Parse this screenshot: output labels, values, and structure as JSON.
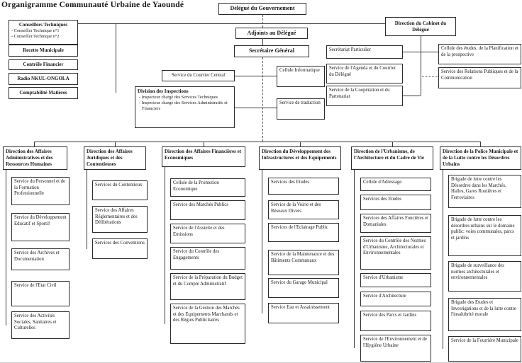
{
  "page_title": "Organigramme Communauté Urbaine de Yaoundé",
  "top": {
    "delegue": "Délégué du Gouvernement",
    "adjoints": "Adjoints au Délégué",
    "secretaire_general": "Secrétaire Général"
  },
  "left_units": {
    "conseillers_title": "Conseillers Techniques",
    "conseillers_items": [
      "- Conseiller Technique n°1",
      "- Conseiller Technique n°2"
    ],
    "recette": "Recette Municipale",
    "controle": "Contrôle Financier",
    "radio": "Radio NKUL-ONGOLA",
    "comptabilite": "Comptabilité Matières"
  },
  "middle_units": {
    "courrier_central": "Service du Courrier Central",
    "cellule_informatique": "Cellule Informatique",
    "division_inspections_title": "Division des Inspections",
    "division_inspections_items": [
      "- Inspecteur chargé des Services Techniques",
      "- Inspecteur chargé des Services Administratifs et Financiers"
    ],
    "service_traduction": "Service de traduction"
  },
  "cabinet_units": {
    "cabinet": "Direction du Cabinet du Délégué",
    "secretariat_particulier": "Secrétariat Particulier",
    "agenda_courrier": "Service de l'Agenda et du Courrier du Délégué",
    "cooperation": "Service de la Coopération et du Partenariat",
    "cellule_etudes": "Cellule des études, de la Planification et de la prospective",
    "relations_publiques": "Service des Relations Publiques et de la Communication"
  },
  "directions": [
    {
      "title": "Direction des Affaires Administratives et des Ressources Humaines",
      "services": [
        "Service du Personnel et de la Formation Professionnelle",
        "Service du Développement Educatif et Sportif",
        "Service des Archives et Documentation",
        "Service de l'Etat Civil",
        "Service des Activités Sociales, Sanitaires et Culturelles"
      ]
    },
    {
      "title": "Direction des Affaires Juridiques et des Contentieuses",
      "services": [
        "Services du Contentieux",
        "Service des Affaires Réglementaires et des Délibérations",
        "Services des Conventions"
      ]
    },
    {
      "title": "Direction des Affaires Financières et Economiques",
      "services": [
        "Cellule de la Promotion Economique",
        "Service des Marchés Publics",
        "Service de l'Assiette et des Emissions",
        "Service du Contrôle des Engagements",
        "Service de la Préparation du Budget et du Compte Administratif",
        "Service de la Gestion des Marchés et des Equipements Marchands et des Régies Publicitaires"
      ]
    },
    {
      "title": "Direction du Développement des Infrastructures et des Equipements",
      "services": [
        "Services des Etudes",
        "Service de la Voirie et des Réseaux Divers",
        "Services de l'Eclairage Public",
        "Service de la Maintenance et des Bâtiments Communaux",
        "Service du Garage Municipal",
        "Service Eau et Assainissement"
      ]
    },
    {
      "title": "Direction de l'Urbanisme, de l'Architecture et du Cadre de Vie",
      "services": [
        "Cellule d'Adressage",
        "Services des Etudes",
        "Services des Affaires Foncières et Domaniales",
        "Service du Contrôle des Normes d'Urbanisme, Architecturales et Environnementales",
        "Service d'Urbanisme",
        "Service d'Architecture",
        "Service des Parcs et Jardins",
        "Service de l'Environnement et de l'Hygiène Urbaine"
      ]
    },
    {
      "title": "Direction de la Police Municipale et de la Lutte contre les Désordres Urbains",
      "services": [
        "Brigade de lutte contre les Désordres dans les Marchés, Halles, Gares Routières et Ferroviaires",
        "Brigade de lutte contre les désordres urbains sur le domaine public: voies communales, parcs et jardins",
        "Brigade de surveillance des normes architecturales et environnementales",
        "Brigade des Etudes et Investigations et de la lutte contre l'insalubrité morale",
        "Service de la Fourrière Municipale"
      ]
    }
  ]
}
